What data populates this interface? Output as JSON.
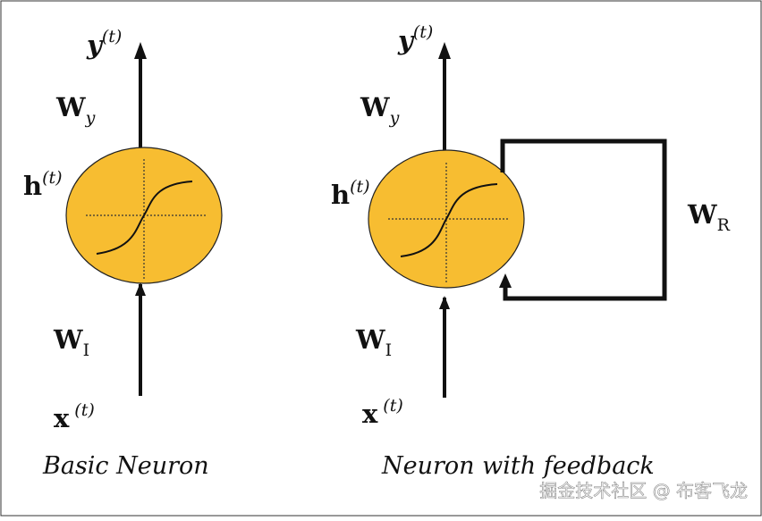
{
  "colors": {
    "neuron_fill": "#f7bd31",
    "stroke": "#111111",
    "text": "#111111",
    "watermark": "#ffffff"
  },
  "left": {
    "output_var": "y",
    "output_sup": "(t)",
    "output_weight": "W",
    "output_weight_sub": "y",
    "hidden_var": "h",
    "hidden_sup": "(t)",
    "input_weight": "W",
    "input_weight_sub": "I",
    "input_var": "x",
    "input_sup": "(t)",
    "caption": "Basic Neuron"
  },
  "right": {
    "output_var": "y",
    "output_sup": "(t)",
    "output_weight": "W",
    "output_weight_sub": "y",
    "hidden_var": "h",
    "hidden_sup": "(t)",
    "feedback_weight": "W",
    "feedback_weight_sub": "R",
    "input_weight": "W",
    "input_weight_sub": "I",
    "input_var": "x",
    "input_sup": "(t)",
    "caption": "Neuron with feedback"
  },
  "watermark": "掘金技术社区 @ 布客飞龙"
}
